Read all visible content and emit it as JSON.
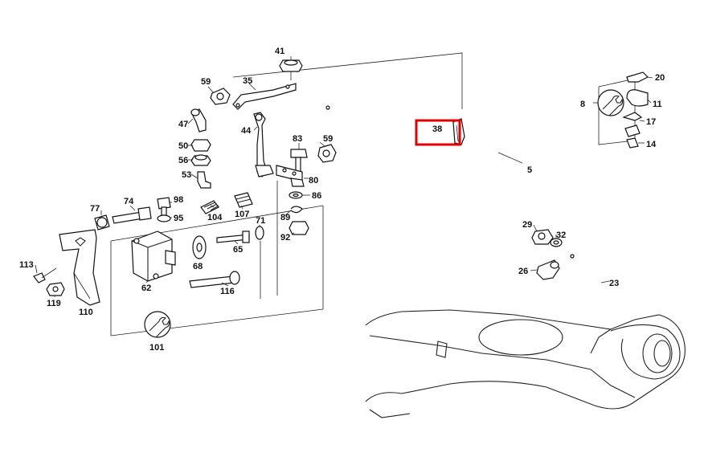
{
  "diagram": {
    "highlight_label": "38",
    "highlight_color": "#e00000",
    "labels": {
      "l41": "41",
      "l59a": "59",
      "l35": "35",
      "l47": "47",
      "l44": "44",
      "l50": "50",
      "l56": "56",
      "l53": "53",
      "l83": "83",
      "l59b": "59",
      "l80": "80",
      "l86": "86",
      "l89": "89",
      "l92": "92",
      "l38": "38",
      "l5": "5",
      "l20": "20",
      "l8": "8",
      "l11": "11",
      "l17": "17",
      "l14": "14",
      "l77": "77",
      "l74": "74",
      "l98": "98",
      "l95": "95",
      "l104": "104",
      "l107": "107",
      "l71": "71",
      "l113": "113",
      "l119": "119",
      "l110": "110",
      "l62": "62",
      "l68": "68",
      "l65": "65",
      "l116": "116",
      "l101": "101",
      "l29": "29",
      "l32": "32",
      "l26": "26",
      "l23": "23"
    }
  }
}
